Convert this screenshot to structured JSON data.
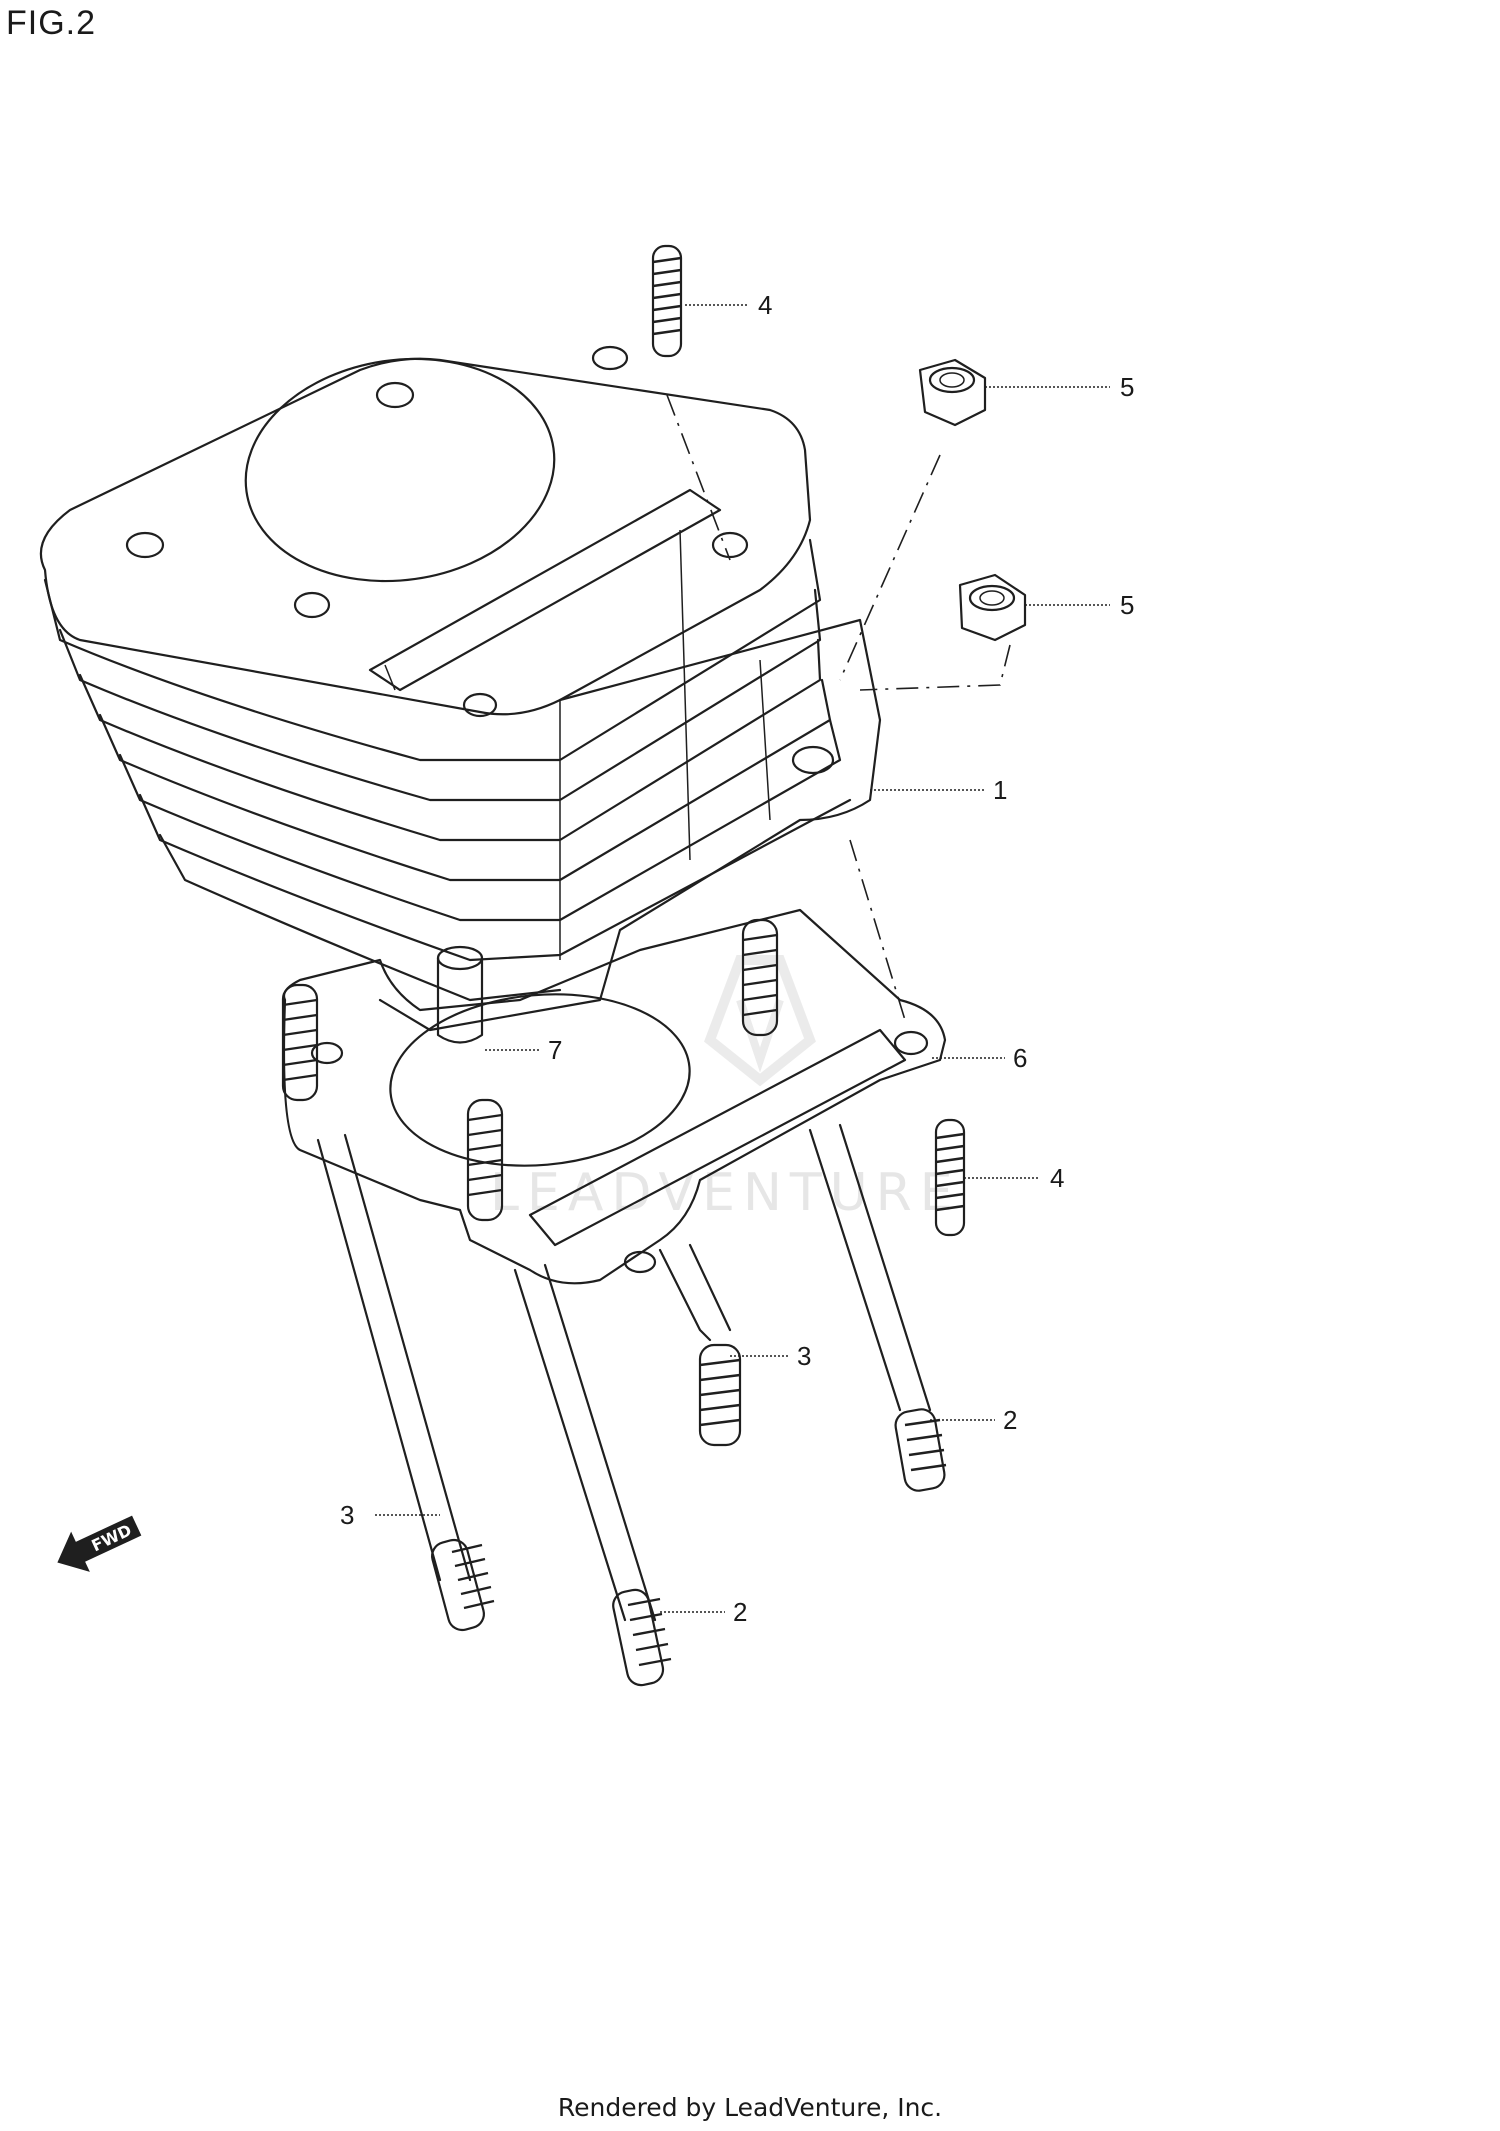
{
  "figure": {
    "title": "FIG.2"
  },
  "watermark": {
    "text": "LEADVENTURE"
  },
  "fwd_arrow": {
    "label": "FWD"
  },
  "callouts": [
    {
      "id": "c4-top",
      "number": "4"
    },
    {
      "id": "c5-upper",
      "number": "5"
    },
    {
      "id": "c5-lower",
      "number": "5"
    },
    {
      "id": "c1",
      "number": "1"
    },
    {
      "id": "c7",
      "number": "7"
    },
    {
      "id": "c6",
      "number": "6"
    },
    {
      "id": "c4-right",
      "number": "4"
    },
    {
      "id": "c3-mid",
      "number": "3"
    },
    {
      "id": "c2-right",
      "number": "2"
    },
    {
      "id": "c3-left",
      "number": "3"
    },
    {
      "id": "c2-bottom",
      "number": "2"
    }
  ],
  "footer": {
    "text": "Rendered by LeadVenture, Inc."
  },
  "colors": {
    "line": "#1f1f1f",
    "watermark": "#e6e6e6",
    "background": "#ffffff"
  }
}
